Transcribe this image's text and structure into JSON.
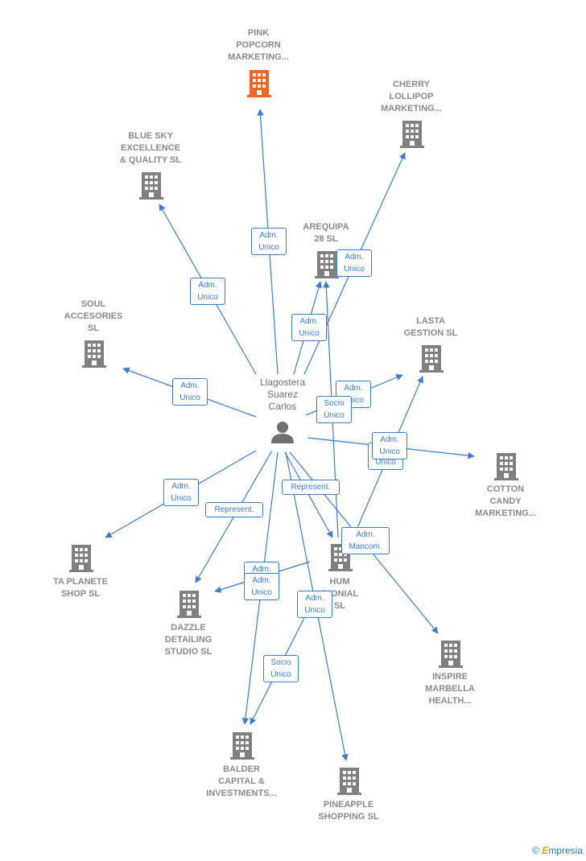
{
  "center": {
    "name": "Llagostera\nSuarez\nCarlos"
  },
  "companies": [
    {
      "id": "pink",
      "name": "PINK\nPOPCORN\nMARKETING...",
      "highlight": true
    },
    {
      "id": "cherry",
      "name": "CHERRY\nLOLLIPOP\nMARKETING..."
    },
    {
      "id": "bluesky",
      "name": "BLUE SKY\nEXCELLENCE\n& QUALITY  SL"
    },
    {
      "id": "arequipa",
      "name": "AREQUIPA\n28  SL"
    },
    {
      "id": "soul",
      "name": "SOUL\nACCESORIES\nSL"
    },
    {
      "id": "lasta",
      "name": "LASTA\nGESTION  SL"
    },
    {
      "id": "cotton",
      "name": "COTTON\nCANDY\nMARKETING..."
    },
    {
      "id": "taplanete",
      "name": "TA PLANETE\nSHOP  SL"
    },
    {
      "id": "dazzle",
      "name": "DAZZLE\nDETAILING\nSTUDIO  SL"
    },
    {
      "id": "hum",
      "name": "HUM\nIMONIAL\nSL"
    },
    {
      "id": "inspire",
      "name": "INSPIRE\nMARBELLA\nHEALTH..."
    },
    {
      "id": "balder",
      "name": "BALDER\nCAPITAL &\nINVESTMENTS..."
    },
    {
      "id": "pineapple",
      "name": "PINEAPPLE\nSHOPPING  SL"
    }
  ],
  "edge_labels": [
    {
      "id": "e-pink",
      "text": "Adm.\nUnico"
    },
    {
      "id": "e-cherry",
      "text": "Adm.\nUnico"
    },
    {
      "id": "e-bluesky",
      "text": "Adm.\nUnico"
    },
    {
      "id": "e-arequipa",
      "text": "Adm.\nUnico"
    },
    {
      "id": "e-soul",
      "text": "Adm.\nUnico"
    },
    {
      "id": "e-lasta",
      "text": "Adm.\nUnico"
    },
    {
      "id": "e-socio1",
      "text": "Socio\nÚnico"
    },
    {
      "id": "e-cotton2",
      "text": "Adm.\nUnico"
    },
    {
      "id": "e-cotton",
      "text": "Adm.\nUnico"
    },
    {
      "id": "e-taplanete",
      "text": "Adm.\nUnico"
    },
    {
      "id": "e-rep1",
      "text": "Represent."
    },
    {
      "id": "e-rep2",
      "text": "Represent."
    },
    {
      "id": "e-mancom",
      "text": "Adm.\nMancom."
    },
    {
      "id": "e-dazzle2",
      "text": "Adm.\nUnico"
    },
    {
      "id": "e-dazzle",
      "text": "Adm.\nUnico"
    },
    {
      "id": "e-balder",
      "text": "Adm.\nUnico"
    },
    {
      "id": "e-socio2",
      "text": "Socio\nÚnico"
    }
  ],
  "colors": {
    "edge": "#3a7bd5",
    "building": "#808080",
    "highlight": "#f26522",
    "person": "#707070"
  },
  "brand": {
    "symbol": "©",
    "initial": "E",
    "rest": "mpresia"
  }
}
